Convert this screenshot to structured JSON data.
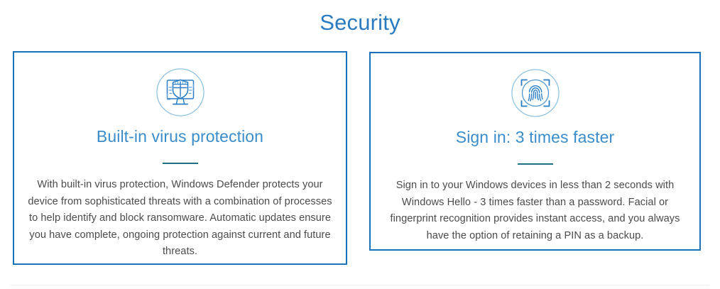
{
  "page": {
    "title": "Security",
    "title_color": "#2b7bc0",
    "background": "#ffffff"
  },
  "theme": {
    "card_border_color": "#1a72b8",
    "heading_color": "#3a8dca",
    "divider_color": "#1d6f85",
    "body_text_color": "#4b4b4b",
    "icon_ring_color": "#8ec2e2",
    "icon_line_color": "#2b7ec4",
    "hairline_color": "#ececec"
  },
  "cards": [
    {
      "icon": "monitor-shield-icon",
      "heading": "Built-in virus protection",
      "body": "With built-in virus protection, Windows Defender protects your device from sophisticated threats with a combination of processes to help identify and block ransomware. Automatic updates ensure you have complete, ongoing protection against current and future threats."
    },
    {
      "icon": "fingerprint-scan-icon",
      "heading": "Sign in: 3 times faster",
      "body": "Sign in to your Windows devices in less than 2 seconds with Windows Hello - 3 times faster than a password. Facial or fingerprint recognition provides instant access, and you always have the option of retaining a PIN as a backup."
    }
  ]
}
